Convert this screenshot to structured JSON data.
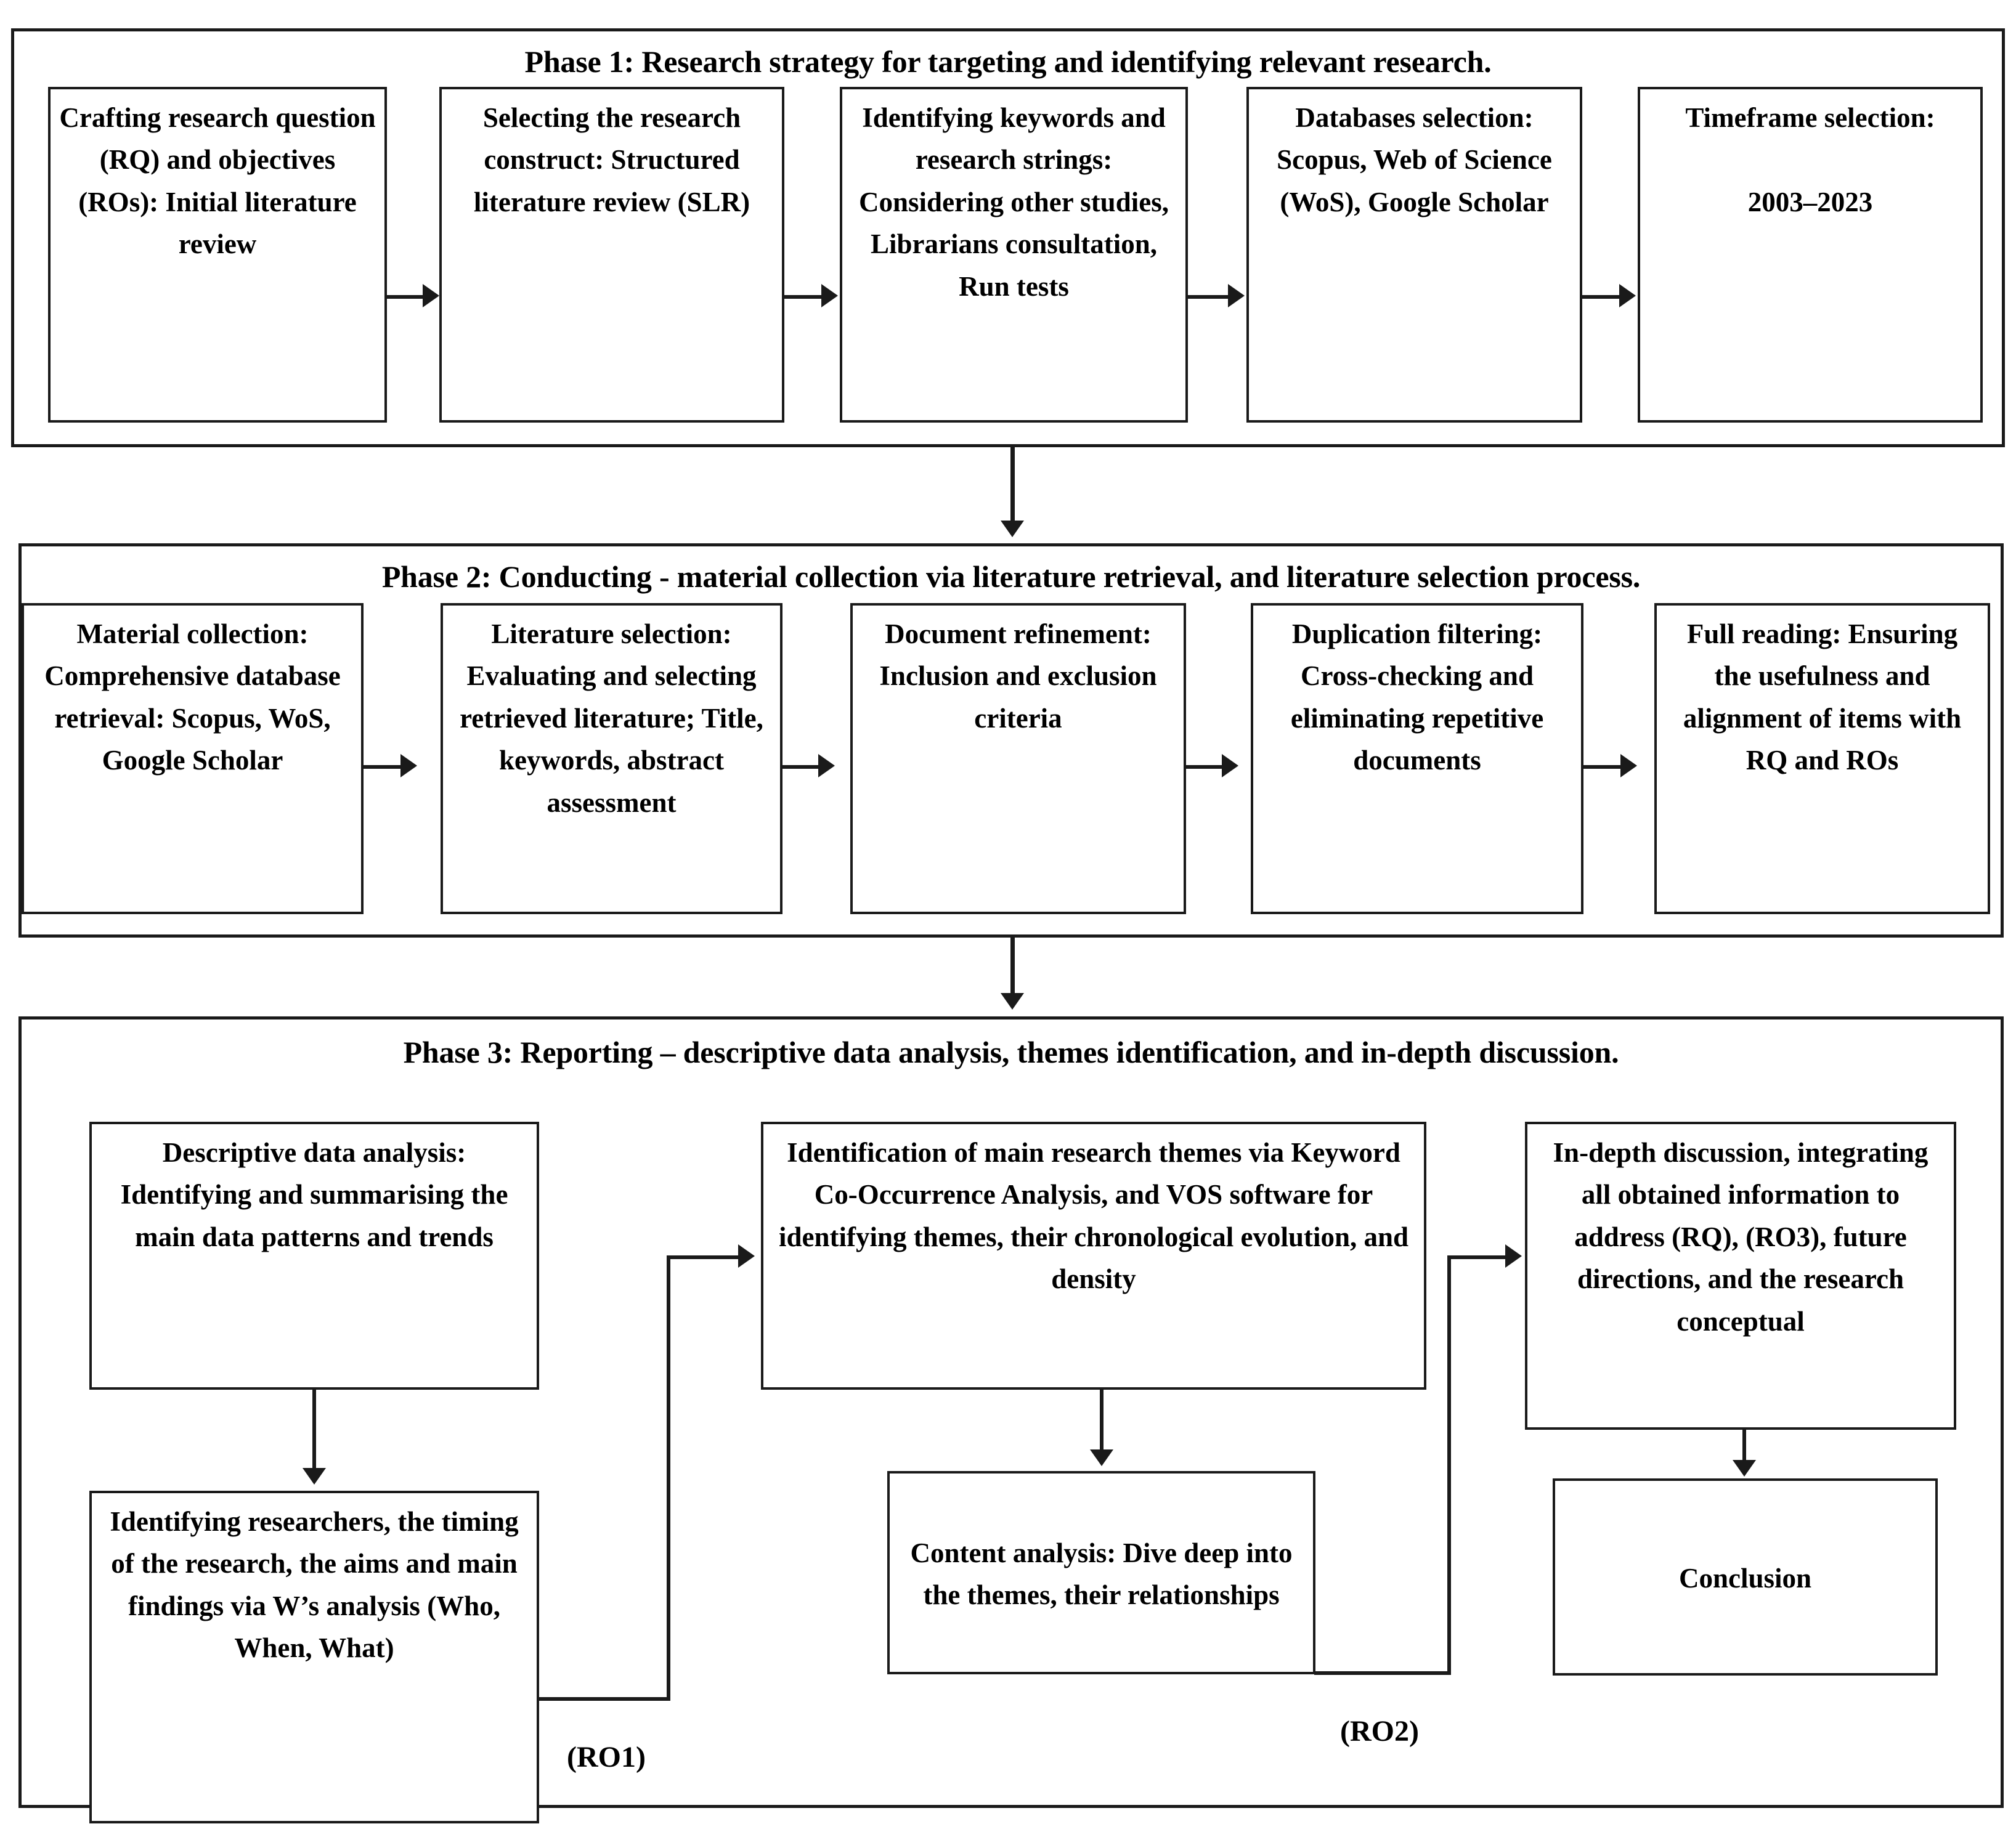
{
  "figure": {
    "type": "flowchart",
    "orientation": "top-to-bottom, three stacked phase panels"
  },
  "phase1": {
    "title": "Phase 1: Research strategy for targeting and identifying relevant research.",
    "boxes": [
      {
        "id": "crafting-rq",
        "text": "Crafting research question (RQ) and objectives (ROs): Initial literature review"
      },
      {
        "id": "research-construct",
        "text": "Selecting the research construct: Structured literature review (SLR)"
      },
      {
        "id": "keywords-strings",
        "text": "Identifying keywords and research strings: Considering other studies, Librarians consultation, Run tests"
      },
      {
        "id": "databases-selection",
        "text": "Databases selection: Scopus, Web of Science (WoS), Google Scholar"
      },
      {
        "id": "timeframe-selection",
        "text": "Timeframe selection:\n\n2003–2023"
      }
    ]
  },
  "phase2": {
    "title": "Phase 2: Conducting - material collection via literature retrieval, and literature selection process.",
    "boxes": [
      {
        "id": "material-collection",
        "text": "Material collection: Comprehensive database retrieval: Scopus, WoS, Google Scholar"
      },
      {
        "id": "literature-selection",
        "text": "Literature selection: Evaluating and selecting retrieved literature; Title, keywords, abstract assessment"
      },
      {
        "id": "document-refinement",
        "text": "Document refinement: Inclusion and exclusion criteria"
      },
      {
        "id": "duplication-filtering",
        "text": "Duplication filtering: Cross-checking and eliminating repetitive documents"
      },
      {
        "id": "full-reading",
        "text": "Full reading: Ensuring the usefulness and alignment of items with RQ and ROs"
      }
    ]
  },
  "phase3": {
    "title": "Phase 3: Reporting – descriptive data analysis, themes identification, and in-depth discussion.",
    "boxes": [
      {
        "id": "descriptive-data-analysis",
        "text": "Descriptive data analysis: Identifying and summarising the main data patterns and trends"
      },
      {
        "id": "identifying-researchers",
        "text": "Identifying researchers, the timing of the research, the aims and main findings via W’s analysis (Who, When, What)"
      },
      {
        "id": "main-research-themes",
        "text": "Identification of main research themes via Keyword Co-Occurrence Analysis, and VOS software for identifying themes, their chronological evolution, and density"
      },
      {
        "id": "content-analysis",
        "text": "Content analysis: Dive deep into the themes, their relationships"
      },
      {
        "id": "in-depth-discussion",
        "text": "In-depth discussion, integrating all obtained information to address (RQ), (RO3), future directions, and the research conceptual"
      },
      {
        "id": "conclusion",
        "text": "Conclusion"
      }
    ],
    "edge_labels": {
      "ro1": "(RO1)",
      "ro2": "(RO2)"
    }
  },
  "colors": {
    "stroke": "#1a1a1a",
    "background": "#ffffff",
    "text": "#000000"
  }
}
